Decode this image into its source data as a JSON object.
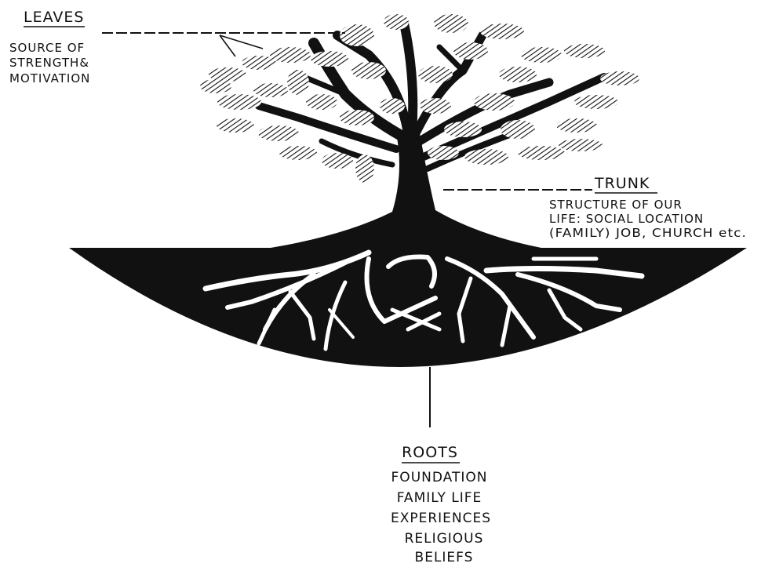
{
  "labels": {
    "leaves": {
      "title": "LEAVES",
      "lines": [
        "SOURCE OF",
        "STRENGTH&",
        "MOTIVATION"
      ]
    },
    "trunk": {
      "title": "TRUNK",
      "lines": [
        "STRUCTURE OF OUR",
        "LIFE: SOCIAL LOCATION",
        "(FAMILY) JOB, CHURCH etc."
      ]
    },
    "roots": {
      "title": "ROOTS",
      "lines": [
        "FOUNDATION",
        "FAMILY LIFE",
        "EXPERIENCES",
        "RELIGIOUS",
        "BELIEFS"
      ]
    }
  },
  "colors": {
    "ink": "#111111",
    "paper": "#ffffff"
  }
}
